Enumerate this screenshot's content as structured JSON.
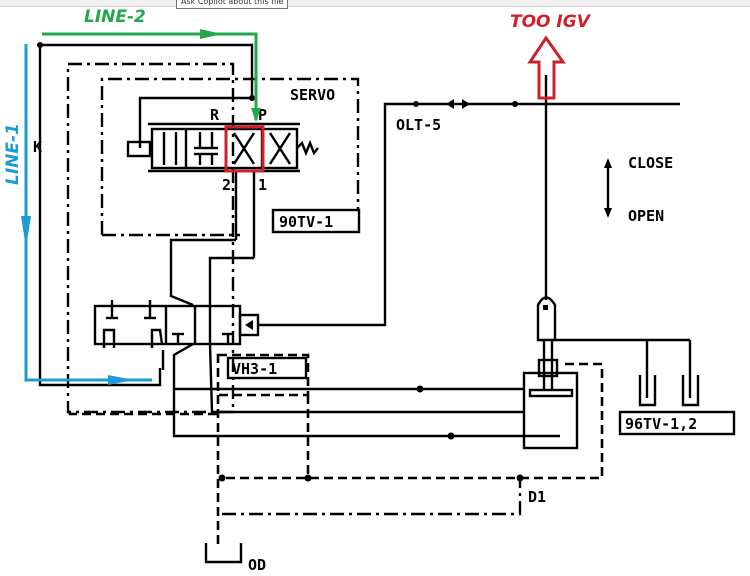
{
  "viewer": {
    "tooltip": "Ask Copilot about this file"
  },
  "diagram": {
    "annotations": {
      "line1": "LINE-1",
      "line2": "LINE-2",
      "to_igv": "TOO IGV"
    },
    "labels": {
      "servo": "SERVO",
      "port_r": "R",
      "port_p": "P",
      "port_2": "2",
      "port_1": "1",
      "servo_tag": "90TV-1",
      "trip_valve_tag": "VH3-1",
      "orifice_tag": "OLT-5",
      "k": "K",
      "close": "CLOSE",
      "open": "OPEN",
      "transducer_tag": "96TV-1,2",
      "drain_d1": "D1",
      "drain_od": "OD"
    },
    "colors": {
      "line1": "#1e9ad6",
      "line2": "#22a84a",
      "highlight": "#d0202c"
    }
  }
}
